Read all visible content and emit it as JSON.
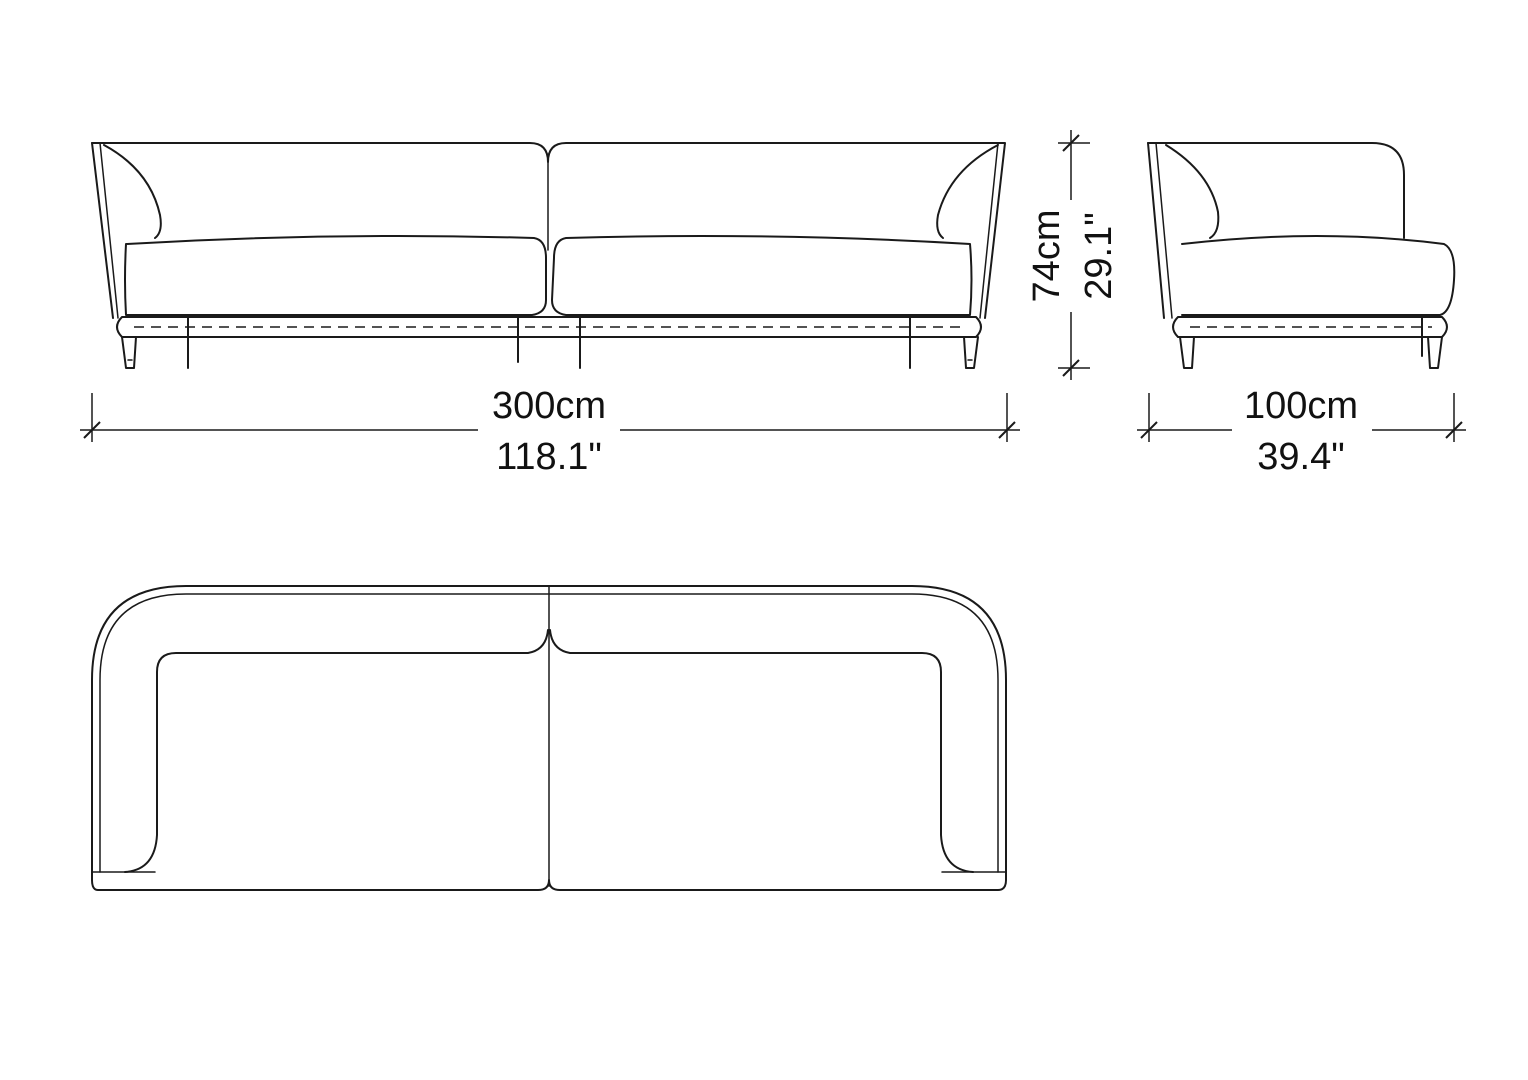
{
  "dimensions": {
    "width": {
      "metric": "300cm",
      "imperial": "118.1\""
    },
    "height": {
      "metric": "74cm",
      "imperial": "29.1\""
    },
    "depth": {
      "metric": "100cm",
      "imperial": "39.4\""
    }
  }
}
